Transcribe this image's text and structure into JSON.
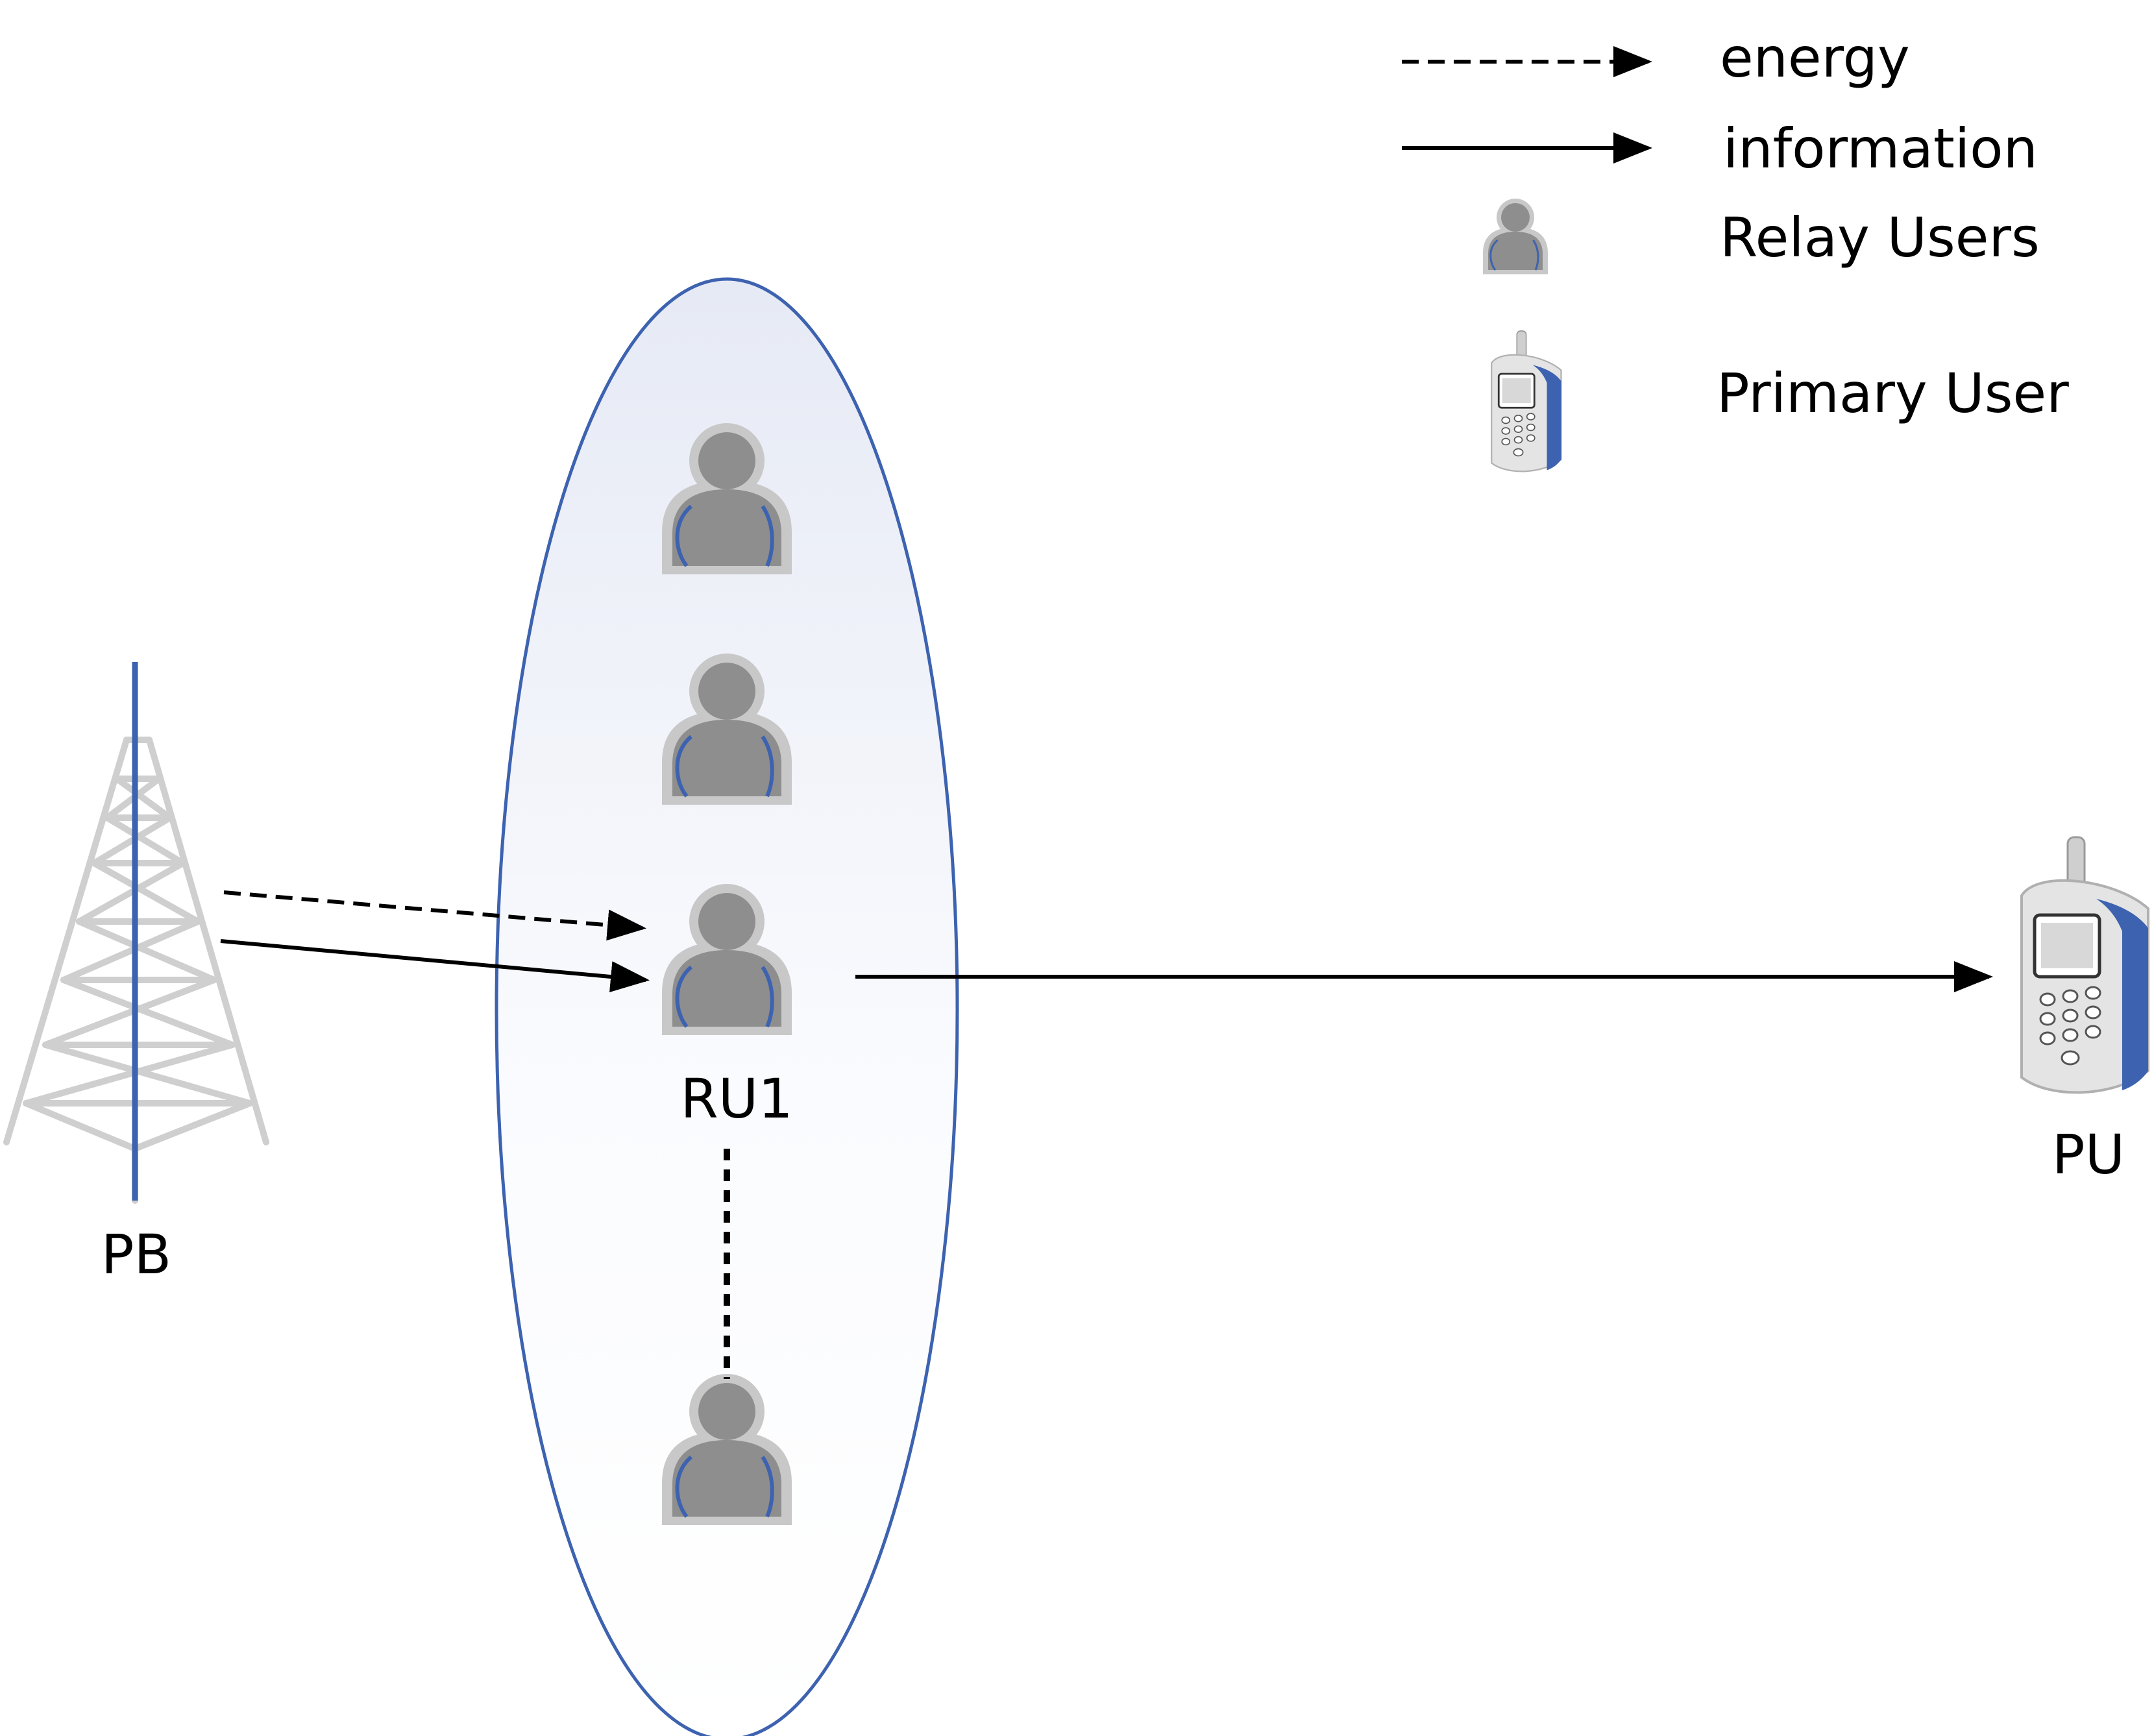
{
  "legend": {
    "energy": "energy",
    "information": "information",
    "relay_users": "Relay Users",
    "primary_user": "Primary User"
  },
  "nodes": {
    "power_beacon": "PB",
    "relay_user_1": "RU1",
    "primary_user": "PU"
  },
  "colors": {
    "accent_blue": "#3d62b0",
    "ellipse_fill_top": "#e9ecf6",
    "person_gray": "#8c8c8c",
    "tower_gray": "#cfcfcf"
  },
  "icons": {
    "tower": "transmission-tower-icon",
    "relay": "person-icon",
    "phone": "mobile-phone-icon"
  }
}
